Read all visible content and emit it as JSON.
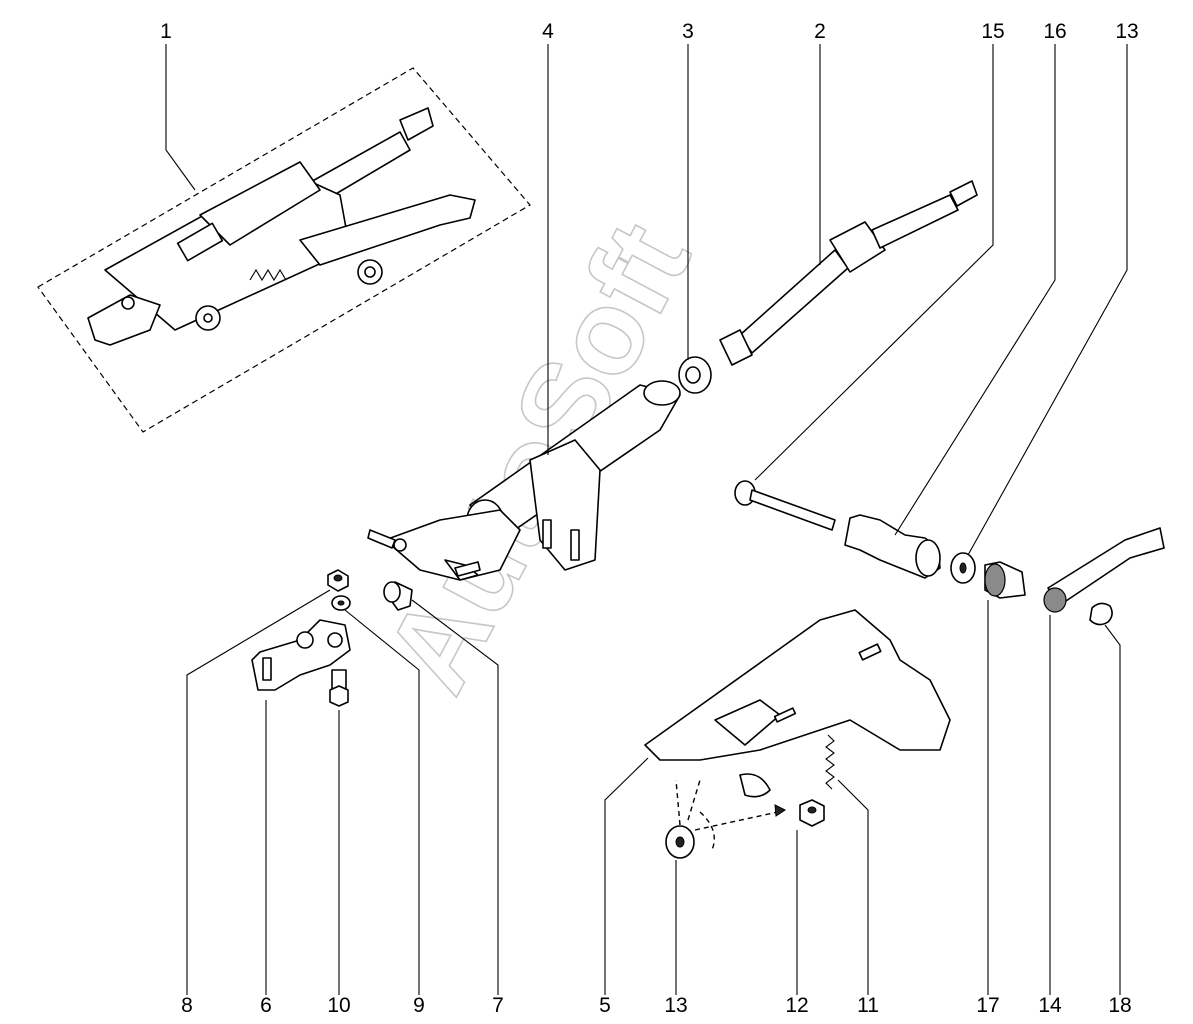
{
  "watermark": "AutoSoft",
  "labels": {
    "top": [
      "1",
      "4",
      "3",
      "2",
      "15",
      "16",
      "13"
    ],
    "bottom": [
      "8",
      "6",
      "10",
      "9",
      "7",
      "5",
      "13",
      "12",
      "11",
      "17",
      "14",
      "18"
    ]
  },
  "colors": {
    "line": "#000000",
    "fill": "#ffffff",
    "shade": "#8a8a8a",
    "watermark": "#b0b0b0"
  }
}
